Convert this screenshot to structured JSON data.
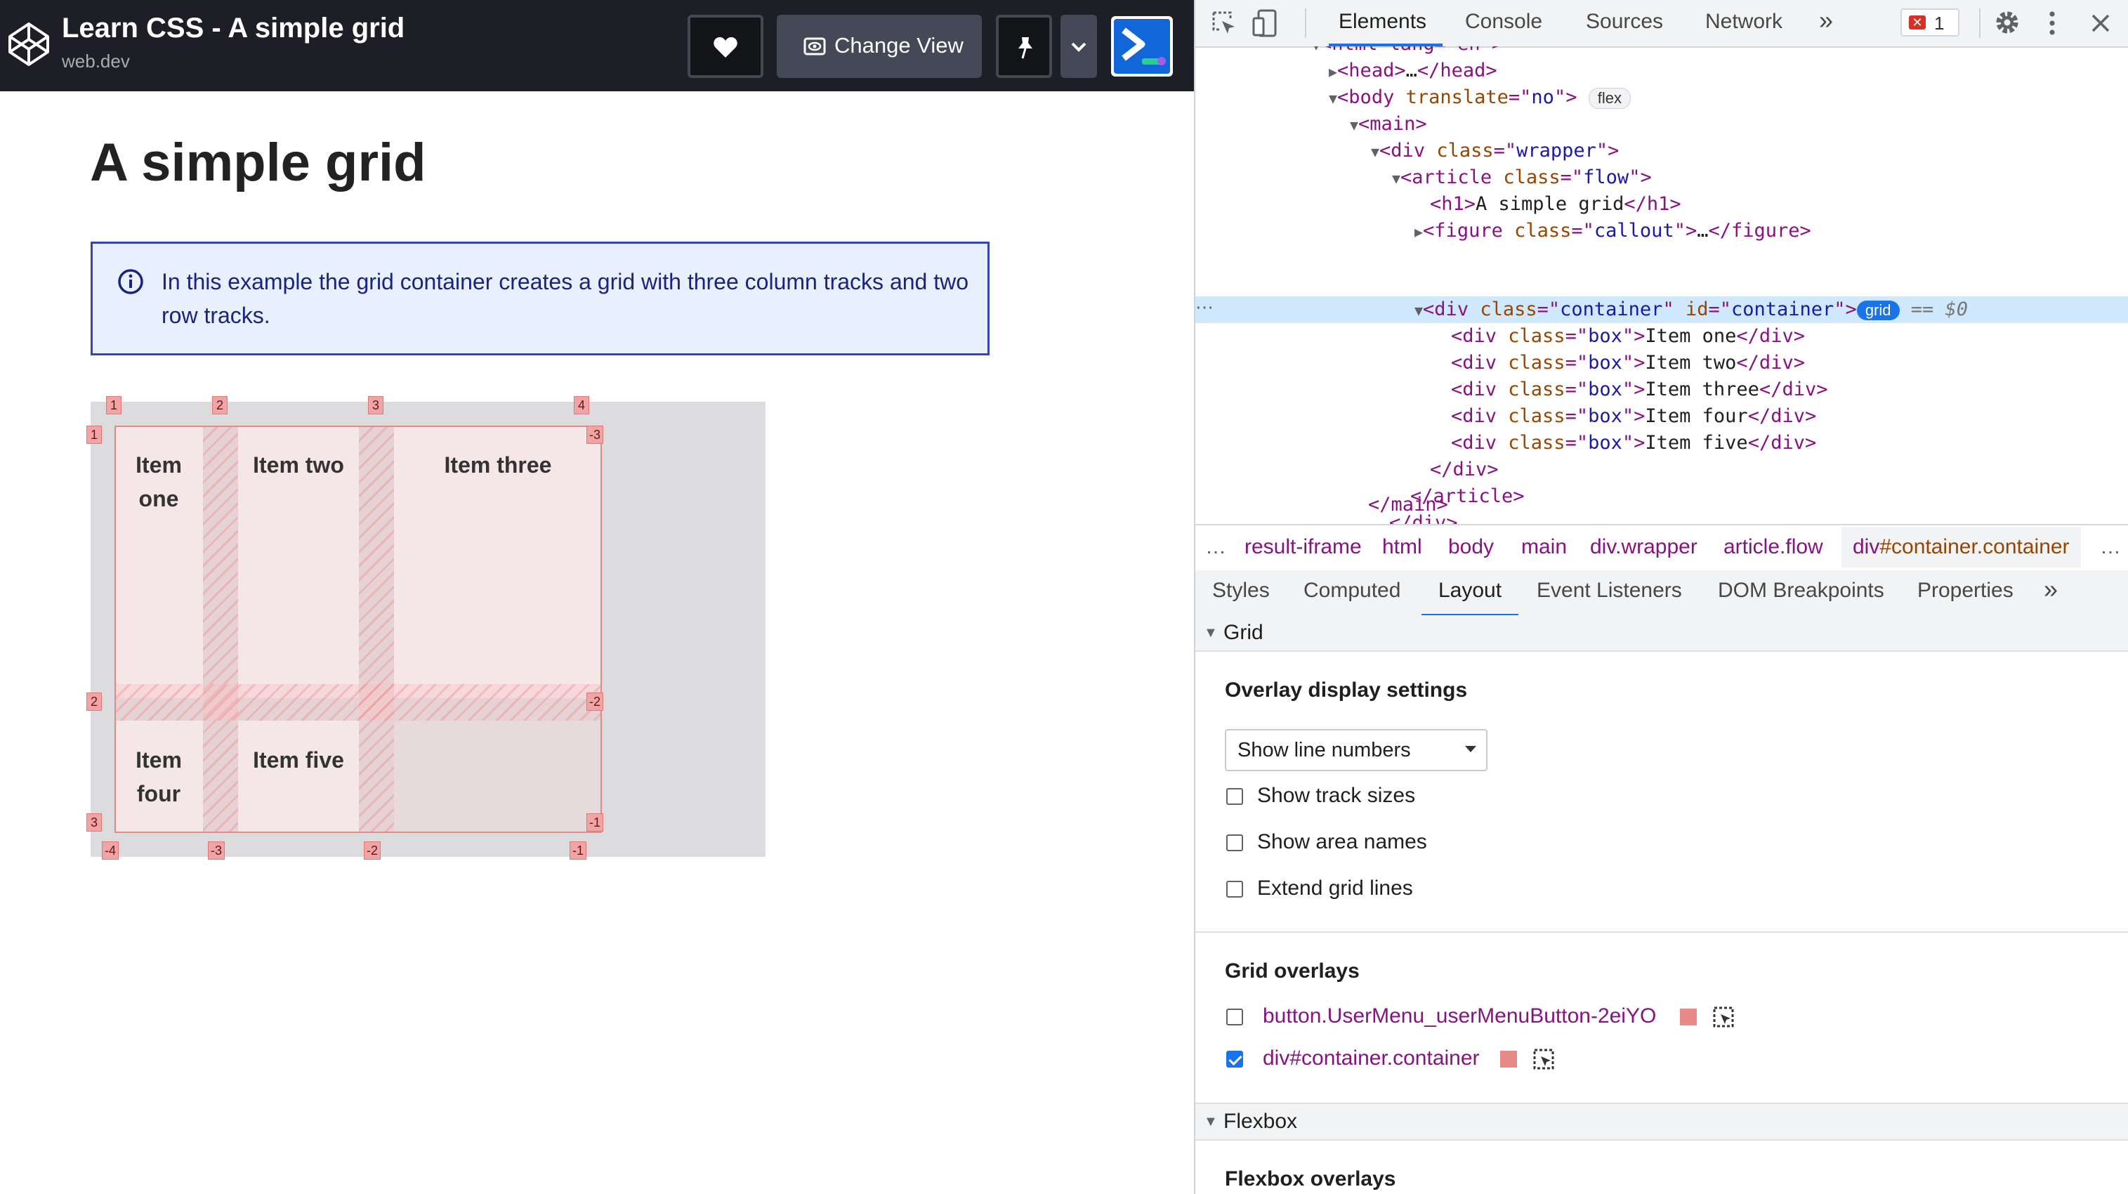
{
  "app": {
    "title": "Learn CSS - A simple grid",
    "subtitle": "web.dev",
    "change_view_label": "Change View",
    "colors": {
      "topbar": "#1e1f26",
      "accent": "#3744b4"
    }
  },
  "page": {
    "heading": "A simple grid",
    "callout": "In this example the grid container creates a grid with three column tracks and two row tracks.",
    "grid_items": [
      "Item one",
      "Item two",
      "Item three",
      "Item four",
      "Item five"
    ],
    "line_numbers": {
      "top": [
        "1",
        "2",
        "3",
        "4"
      ],
      "bottom": [
        "-4",
        "-3",
        "-2",
        "-1"
      ],
      "left": [
        "1",
        "2",
        "3"
      ],
      "right": [
        "-3",
        "-2",
        "-1"
      ]
    }
  },
  "devtools": {
    "tabs": [
      "Elements",
      "Console",
      "Sources",
      "Network"
    ],
    "more_tabs": "»",
    "error_count": "1",
    "dom": {
      "html_open": "<html lang=\"en\">",
      "head": "…",
      "body_attr": "no",
      "body_badge": "flex",
      "wrapper_class": "wrapper",
      "article_class": "flow",
      "h1_text": "A simple grid",
      "figure_class": "callout",
      "figure_ellipsis": "…",
      "container_class": "container",
      "container_id": "container",
      "container_badge": "grid",
      "selected_suffix": "== $0",
      "box_class": "box",
      "children": [
        "Item one",
        "Item two",
        "Item three",
        "Item four",
        "Item five"
      ]
    },
    "breadcrumbs": [
      "result-iframe",
      "html",
      "body",
      "main",
      "div.wrapper",
      "article.flow"
    ],
    "breadcrumb_active": {
      "tag": "div",
      "id_class": "#container.container"
    },
    "subtabs": [
      "Styles",
      "Computed",
      "Layout",
      "Event Listeners",
      "DOM Breakpoints",
      "Properties"
    ],
    "layout": {
      "grid_section": "Grid",
      "overlay_display_settings": "Overlay display settings",
      "select_value": "Show line numbers",
      "checkboxes": [
        {
          "label": "Show track sizes",
          "checked": false
        },
        {
          "label": "Show area names",
          "checked": false
        },
        {
          "label": "Extend grid lines",
          "checked": false
        }
      ],
      "grid_overlays_title": "Grid overlays",
      "grid_overlays": [
        {
          "label": "button.UserMenu_userMenuButton-2eiYO",
          "checked": false,
          "color": "#e88a8a"
        },
        {
          "label": "div#container.container",
          "checked": true,
          "color": "#e88a8a"
        }
      ],
      "flexbox_section": "Flexbox",
      "flexbox_overlays_title": "Flexbox overlays"
    }
  }
}
